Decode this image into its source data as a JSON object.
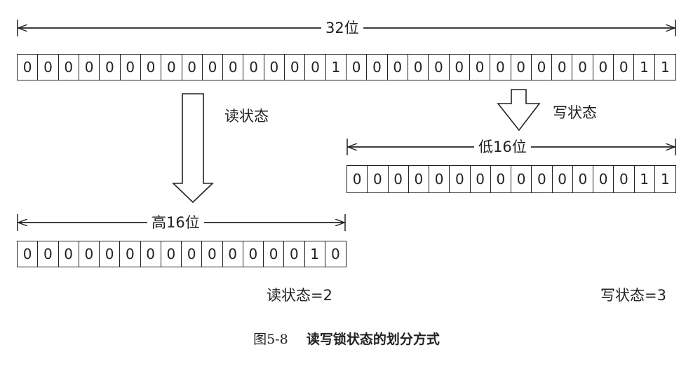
{
  "full": {
    "label": "32位",
    "bits": [
      "0",
      "0",
      "0",
      "0",
      "0",
      "0",
      "0",
      "0",
      "0",
      "0",
      "0",
      "0",
      "0",
      "0",
      "0",
      "1",
      "0",
      "0",
      "0",
      "0",
      "0",
      "0",
      "0",
      "0",
      "0",
      "0",
      "0",
      "0",
      "0",
      "0",
      "1",
      "1"
    ]
  },
  "read_arrow_label": "读状态",
  "write_arrow_label": "写状态",
  "low": {
    "label": "低16位",
    "bits": [
      "0",
      "0",
      "0",
      "0",
      "0",
      "0",
      "0",
      "0",
      "0",
      "0",
      "0",
      "0",
      "0",
      "0",
      "1",
      "1"
    ],
    "result": "写状态=3"
  },
  "high": {
    "label": "高16位",
    "bits": [
      "0",
      "0",
      "0",
      "0",
      "0",
      "0",
      "0",
      "0",
      "0",
      "0",
      "0",
      "0",
      "0",
      "0",
      "1",
      "0"
    ],
    "result": "读状态=2"
  },
  "caption": {
    "number": "图5-8",
    "text": "读写锁状态的划分方式"
  }
}
